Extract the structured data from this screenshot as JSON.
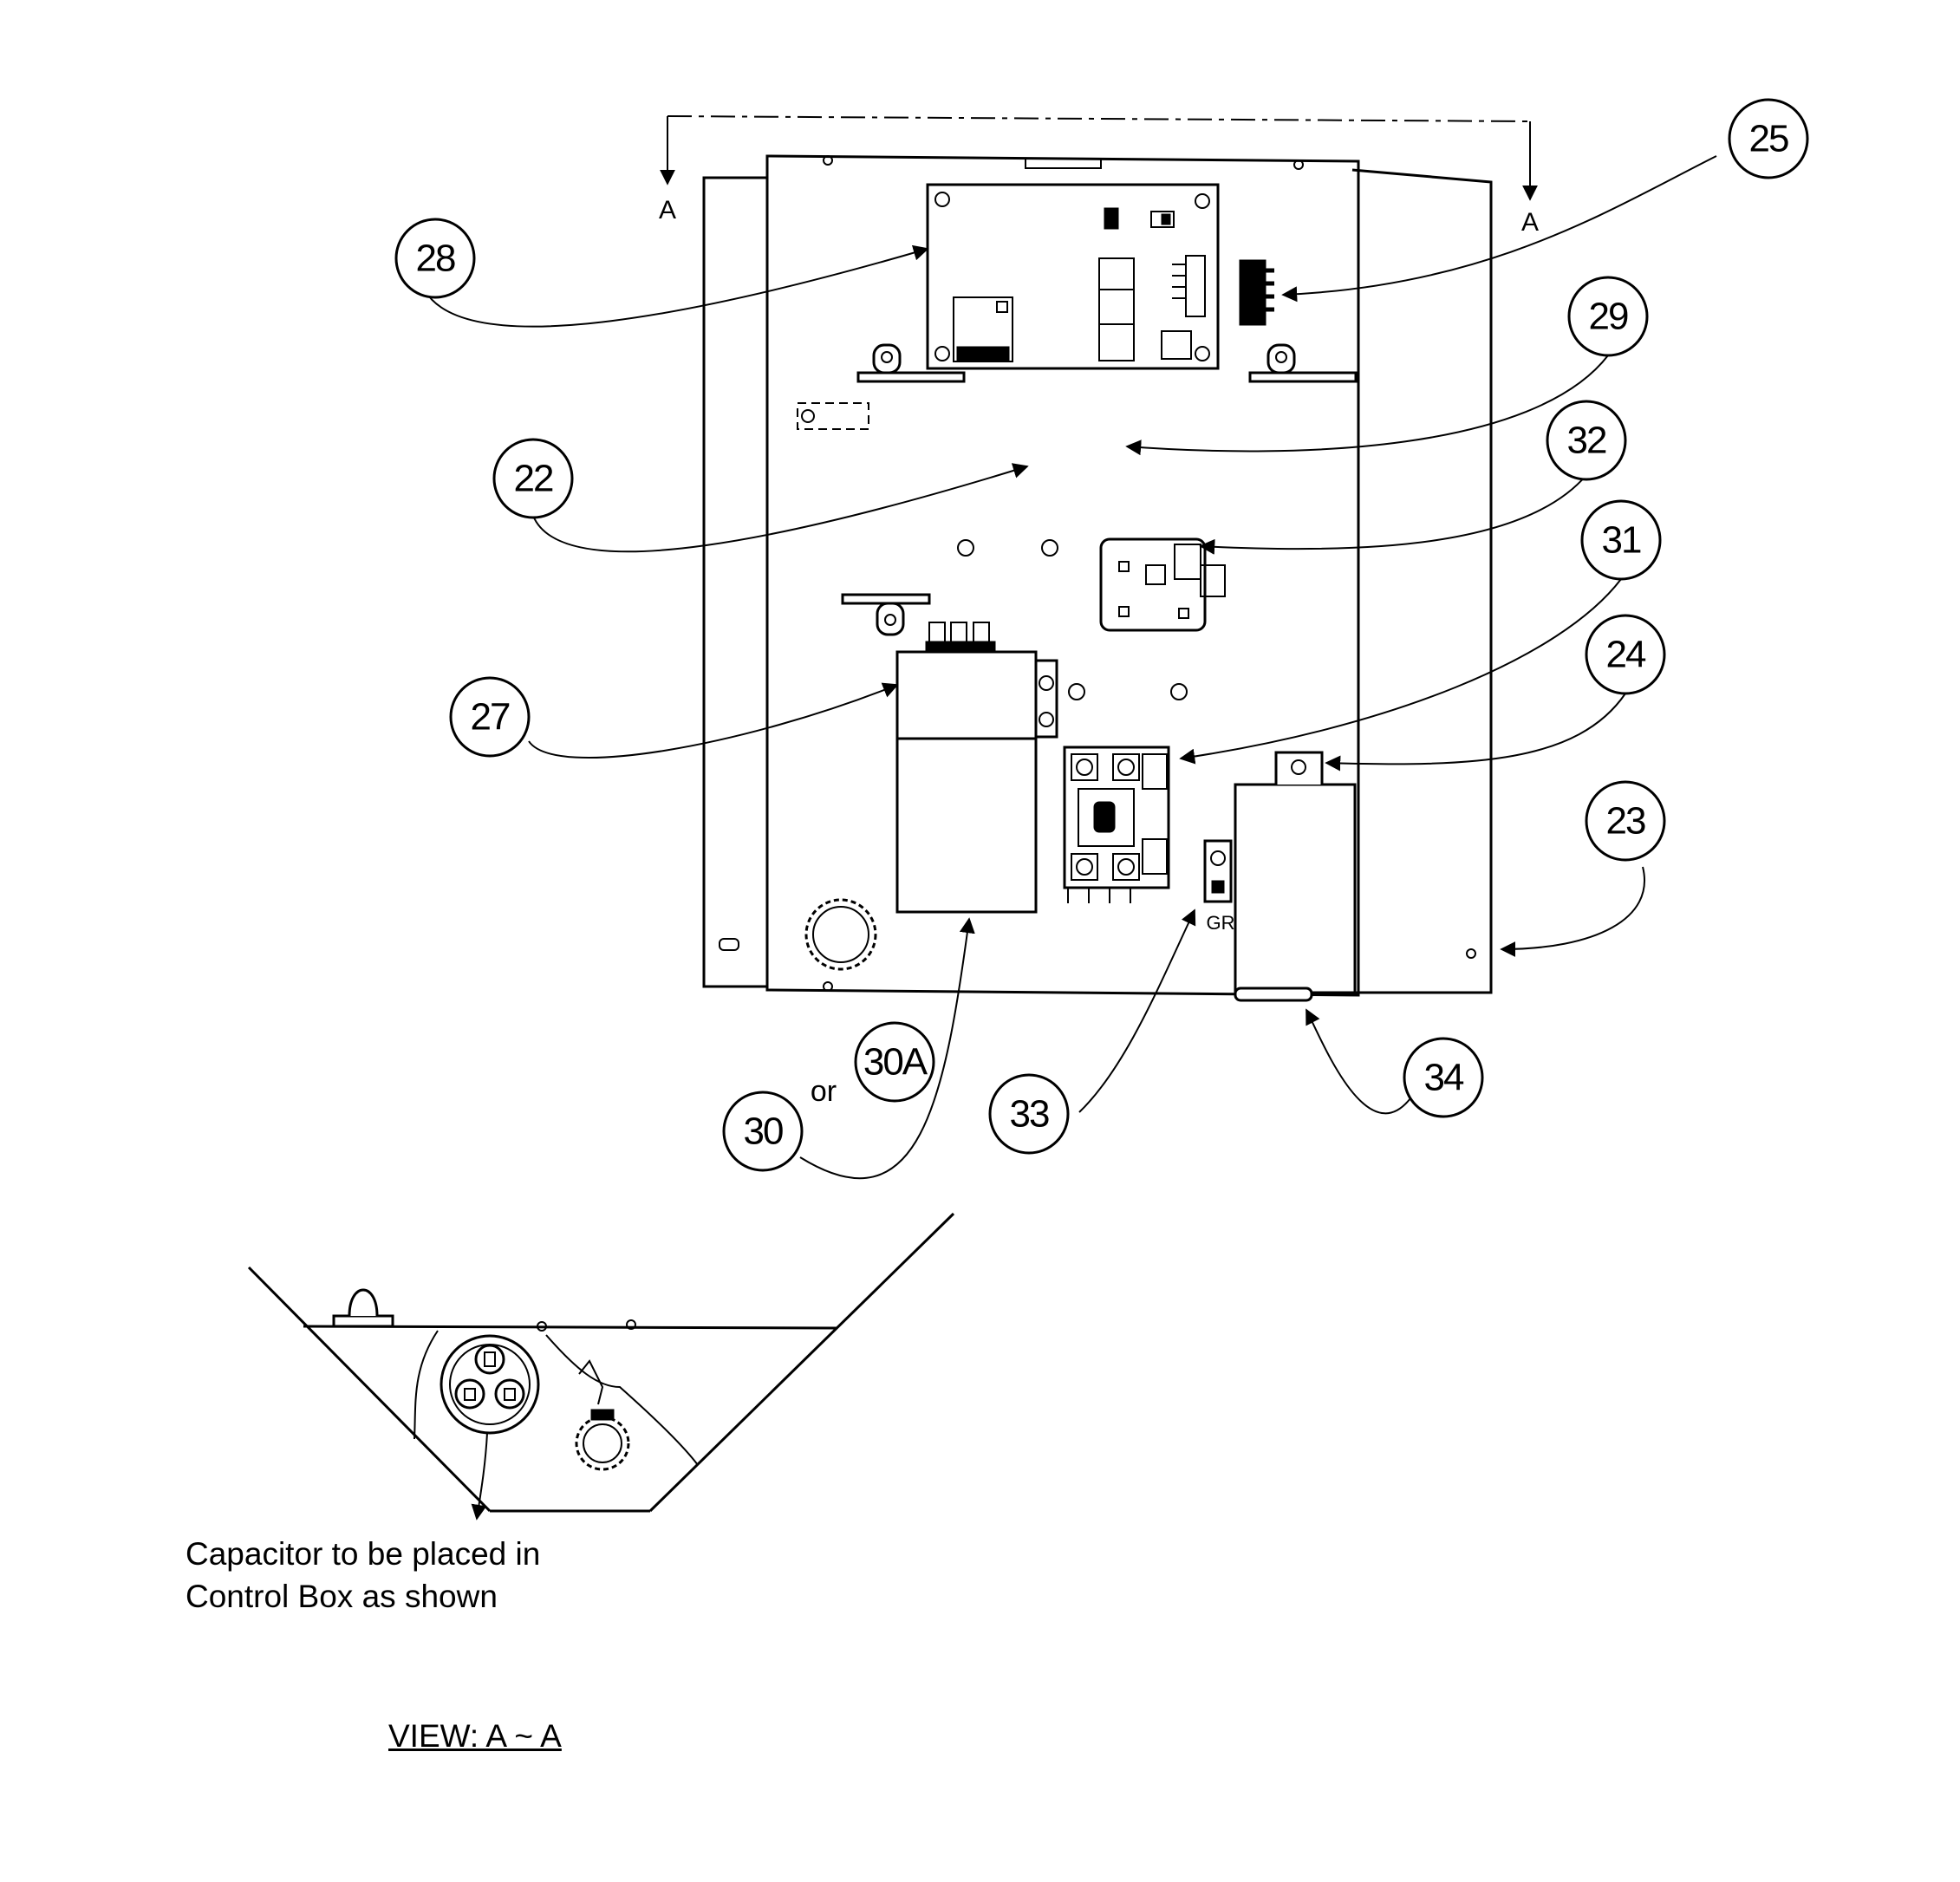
{
  "section_marks": {
    "left": "A",
    "right": "A"
  },
  "callouts": [
    "25",
    "28",
    "29",
    "22",
    "32",
    "31",
    "24",
    "27",
    "23",
    "30A",
    "30",
    "33",
    "34"
  ],
  "or_word": "or",
  "ground_label": "GR",
  "capacitor_note": {
    "line1": "Capacitor to be placed in",
    "line2": "Control Box as shown"
  },
  "view_label": "VIEW: A ~ A"
}
